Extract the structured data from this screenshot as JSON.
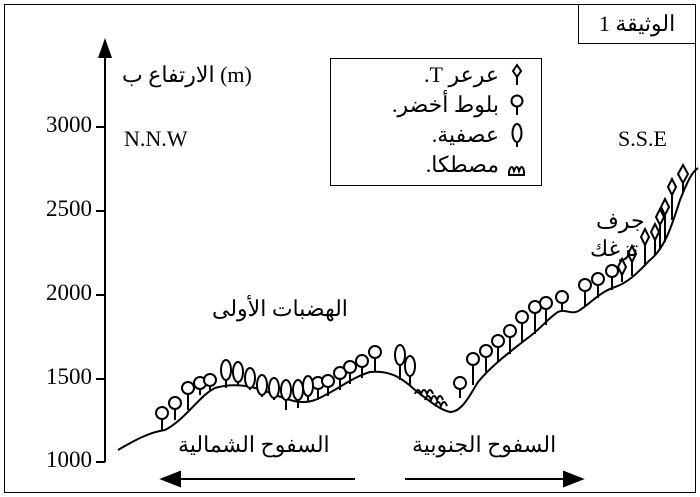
{
  "document_label": "الوثيقة 1",
  "axis": {
    "ylabel": "الارتفاع ب (m)",
    "ticks": [
      "3000",
      "2500",
      "2000",
      "1500",
      "1000"
    ]
  },
  "directions": {
    "left": "N.N.W",
    "right": "S.S.E"
  },
  "legend": [
    {
      "label": "عرعر T.",
      "icon": "juniper-icon"
    },
    {
      "label": "بلوط أخضر.",
      "icon": "green-oak-icon"
    },
    {
      "label": "عصفية.",
      "icon": "cypress-icon"
    },
    {
      "label": "مصطكا.",
      "icon": "mastic-icon"
    }
  ],
  "labels": {
    "plateaus": "الهضبات الأولى",
    "cliff_line1": "جرف",
    "cliff_line2": "تزغك",
    "north_slopes": "السفوح الشمالية",
    "south_slopes": "السفوح الجنوبية"
  },
  "colors": {
    "ink": "#000000",
    "background": "#ffffff"
  }
}
